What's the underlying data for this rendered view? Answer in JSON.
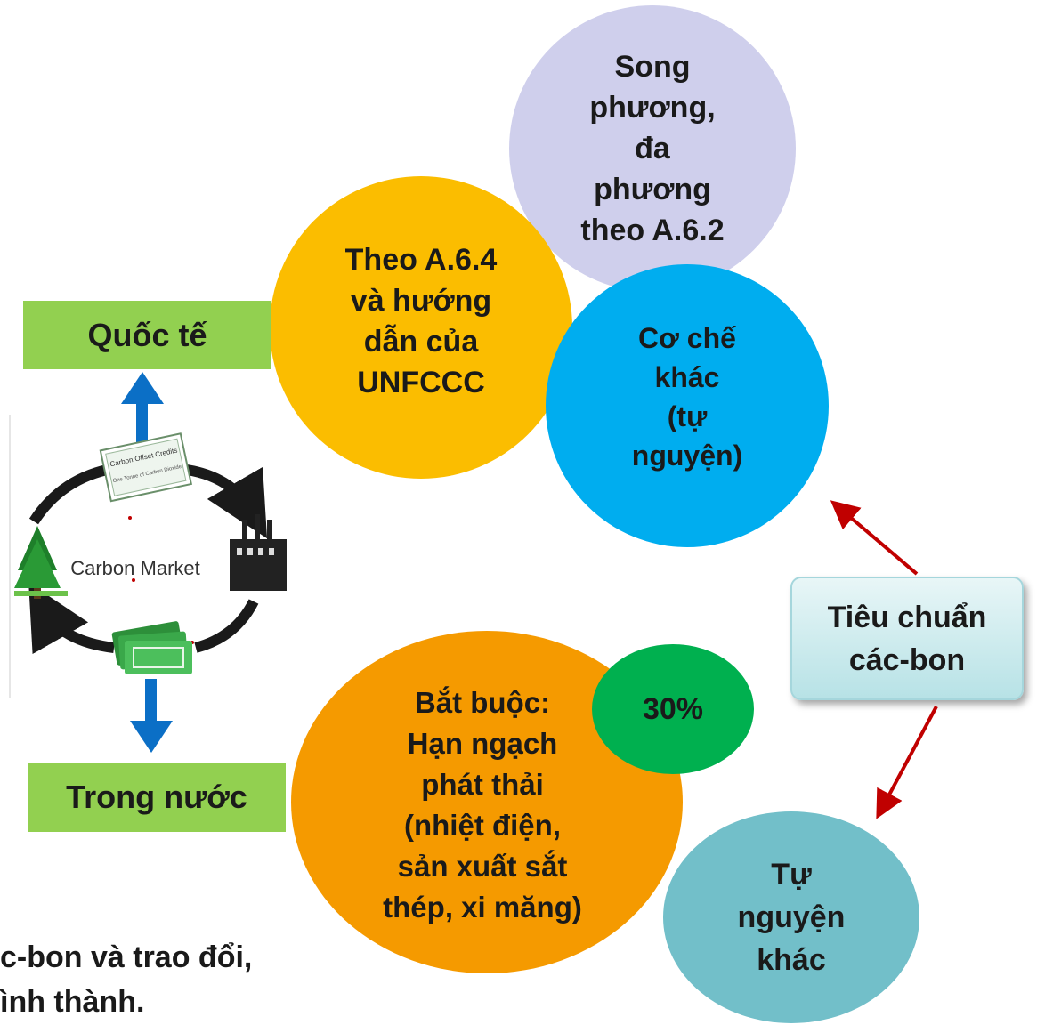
{
  "circles": {
    "song_phuong": "Song\nphương,\nđa\nphương\ntheo A.6.2",
    "theo_a64": "Theo A.6.4\nvà hướng\ndẫn của\nUNFCCC",
    "co_che_khac": "Cơ chế\nkhác\n(tự\nnguyện)",
    "bat_buoc": "Bắt buộc:\nHạn ngạch\nphát thải\n(nhiệt điện,\nsản xuất sắt\nthép, xi măng)",
    "percent": "30%",
    "tu_nguyen_khac": "Tự\nnguyện\nkhác"
  },
  "boxes": {
    "quoc_te": "Quốc tế",
    "trong_nuoc": "Trong nước",
    "tieu_chuan": "Tiêu chuẩn\ncác-bon"
  },
  "market": {
    "label": "Carbon Market",
    "note_line1": "Carbon Offset Credits",
    "note_line2": "One Tonne of Carbon Dioxide"
  },
  "bottom_text": {
    "line1": "c-bon và trao đổi,",
    "line2": "ình thành."
  },
  "colors": {
    "arrow_blue": "#0b6fc6",
    "arrow_red": "#c00000",
    "box_green": "#92d050"
  }
}
